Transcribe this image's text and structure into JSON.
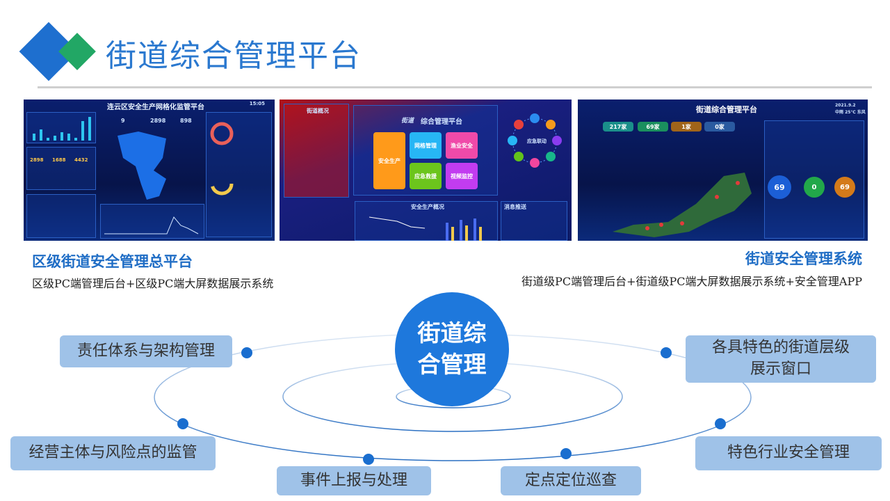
{
  "slide": {
    "title": "街道综合管理平台"
  },
  "screens": {
    "district": {
      "title": "连云区安全生产网格化监管平台",
      "time": "15:05",
      "stats": [
        "9",
        "2898",
        "898"
      ],
      "counts": [
        "2898",
        "1688",
        "4432"
      ]
    },
    "street_center": {
      "overview_title": "街道概况",
      "platform_title": "综合管理平台",
      "logo_text": "街道",
      "tiles": [
        "安全生产",
        "网格管理",
        "渔业安全",
        "应急救援",
        "视频监控"
      ],
      "hub": "应急联动",
      "chart_title": "安全生产概况",
      "message_title": "消息推送"
    },
    "street_system": {
      "title": "街道综合管理平台",
      "date": "2021.9.2",
      "weather": "中雨 25℃ 东风",
      "stats": [
        "217家",
        "69家",
        "1家",
        "0家"
      ],
      "total": "69",
      "done": "0",
      "pending": "69"
    }
  },
  "captions": {
    "left_title": "区级街道安全管理总平台",
    "left_sub": "区级PC端管理后台+区级PC端大屏数据展示系统",
    "right_title": "街道安全管理系统",
    "right_sub": "街道级PC端管理后台+街道级PC端大屏数据展示系统+安全管理APP"
  },
  "diagram": {
    "center_line1": "街道综",
    "center_line2": "合管理",
    "items": [
      "责任体系与架构管理",
      "各具特色的街道层级",
      "展示窗口",
      "经营主体与风险点的监管",
      "事件上报与处理",
      "定点定位巡查",
      "特色行业安全管理"
    ]
  },
  "colors": {
    "accent": "#1e78dc",
    "box": "#9fc2e8",
    "green": "#22a765"
  }
}
